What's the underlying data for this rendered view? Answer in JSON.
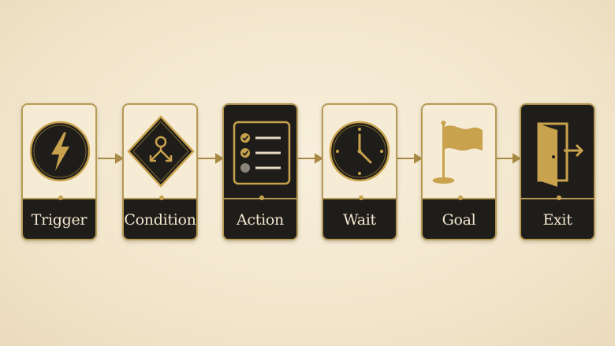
{
  "steps": [
    {
      "label": "Trigger",
      "icon": "lightning-icon"
    },
    {
      "label": "Condition",
      "icon": "branch-diamond-icon"
    },
    {
      "label": "Action",
      "icon": "checklist-icon"
    },
    {
      "label": "Wait",
      "icon": "clock-icon"
    },
    {
      "label": "Goal",
      "icon": "flag-icon"
    },
    {
      "label": "Exit",
      "icon": "exit-door-icon"
    }
  ],
  "colors": {
    "background": "#f3e8d0",
    "card_dark": "#1f1d1a",
    "card_light": "#f6ecd6",
    "gold": "#c9a24d",
    "border": "#b59a55",
    "label_text": "#f1e7cf"
  }
}
